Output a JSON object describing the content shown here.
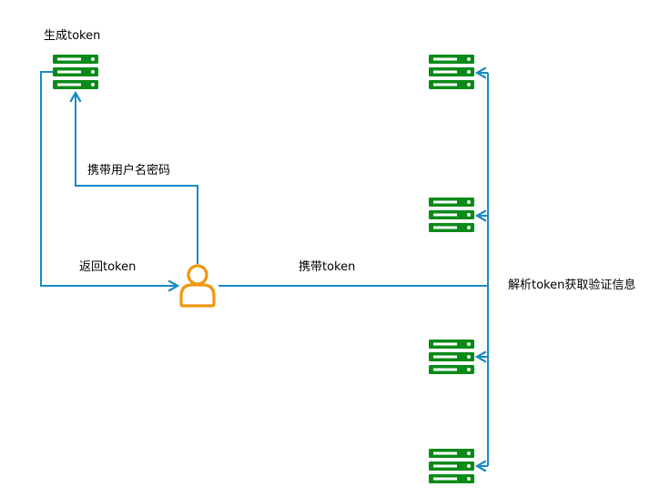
{
  "labels": {
    "generate_token": "生成token",
    "carry_credentials": "携带用户名密码",
    "return_token": "返回token",
    "carry_token": "携带token",
    "parse_token": "解析token获取验证信息"
  },
  "colors": {
    "server_green": "#0a8a18",
    "edge_blue": "#1b8ac4",
    "user_orange": "#f0960f"
  },
  "nodes": {
    "auth_server": "server-icon",
    "user": "user-icon",
    "resource_servers": [
      "server-icon",
      "server-icon",
      "server-icon",
      "server-icon"
    ]
  }
}
